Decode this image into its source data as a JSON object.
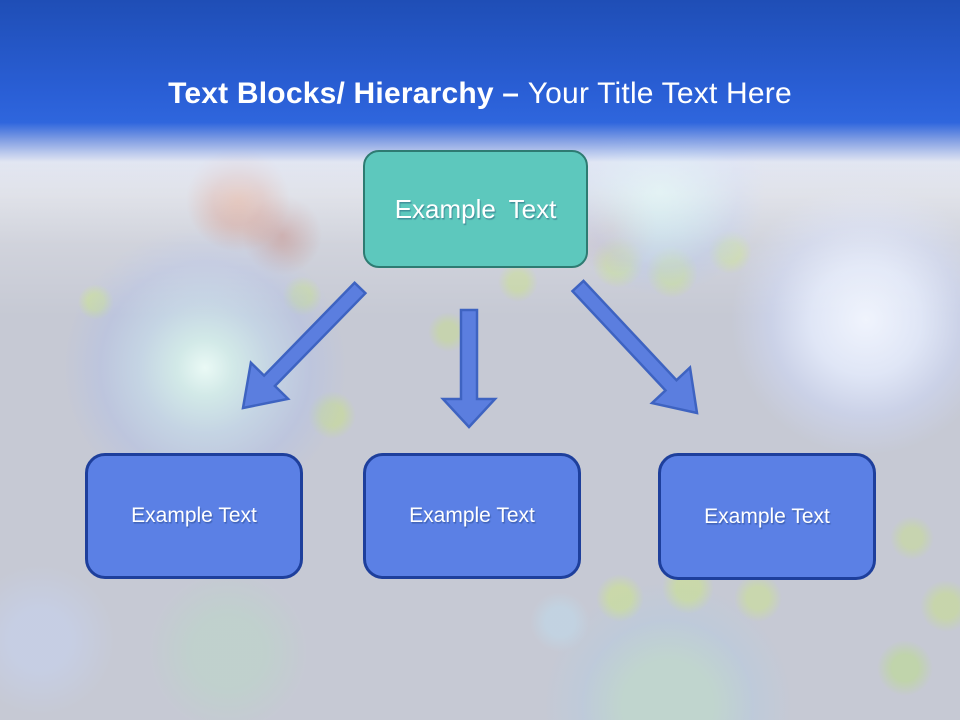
{
  "title": {
    "bold": "Text Blocks/ Hierarchy – ",
    "regular": "Your Title Text Here"
  },
  "hierarchy": {
    "root": {
      "label": "Example Text"
    },
    "children": [
      {
        "label": "Example Text"
      },
      {
        "label": "Example Text"
      },
      {
        "label": "Example Text"
      }
    ]
  },
  "colors": {
    "header_blue_top": "#1f4eb6",
    "header_blue_bottom": "#2f66dd",
    "title_text": "#ffffff",
    "box_text": "#ffffff",
    "root_fill": "#5dc8bd",
    "root_border": "#2e7b72",
    "child_fill": "#5b80e5",
    "child_border": "#1e3f9c",
    "arrow_fill": "#5b7edf",
    "arrow_stroke": "#3e63c1"
  }
}
